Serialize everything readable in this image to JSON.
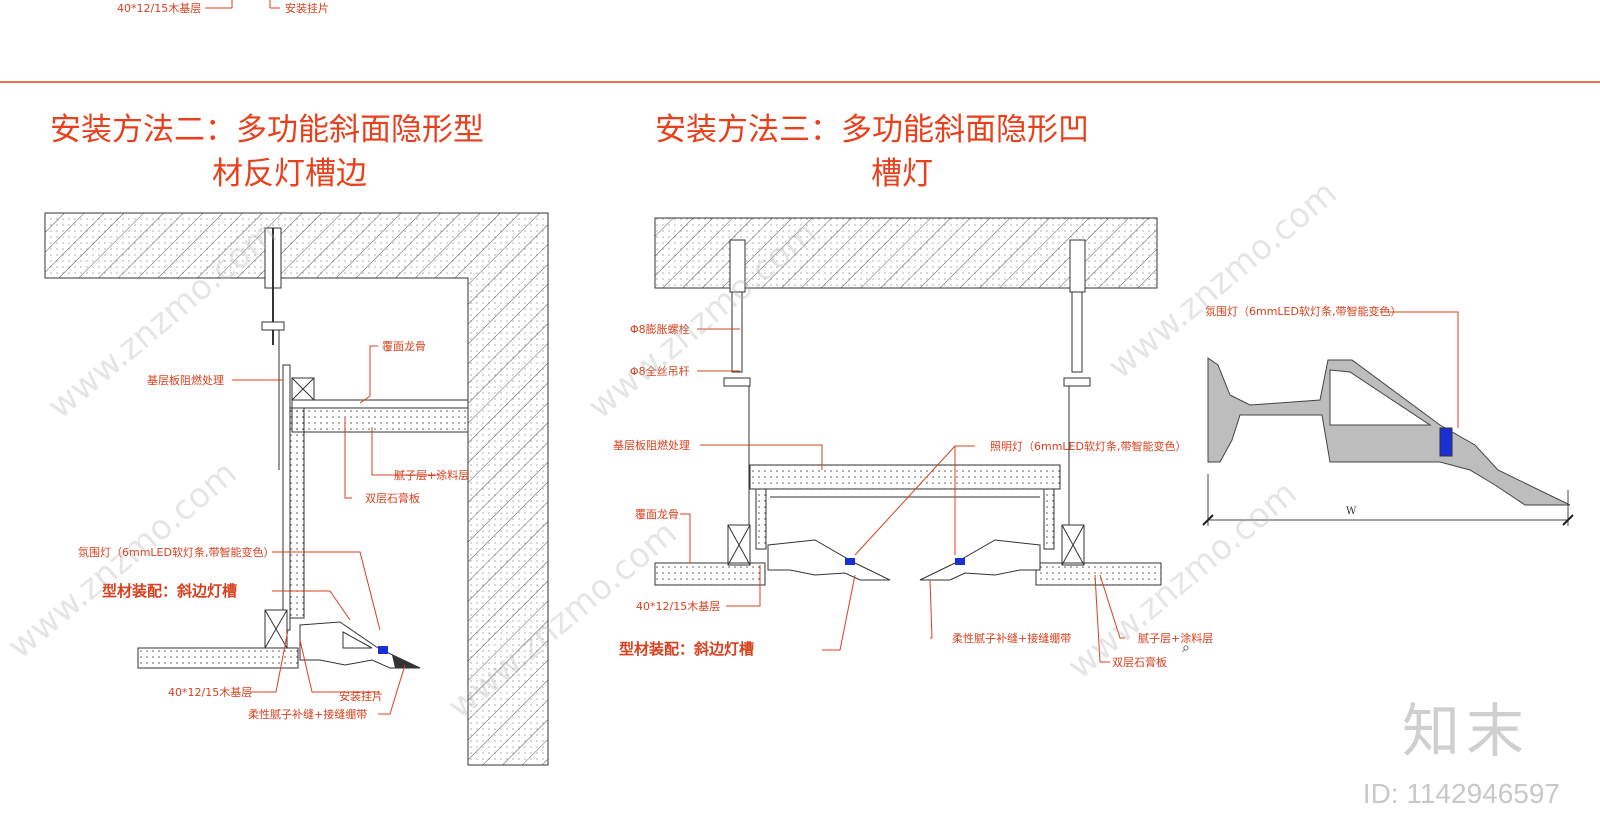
{
  "top_labels": {
    "left": "40*12/15木基层",
    "right": "安装挂片"
  },
  "method2": {
    "title_line1": "安装方法二：多功能斜面隐形型",
    "title_line2": "材反灯槽边",
    "labels": {
      "cover_keel": "覆面龙骨",
      "base_fire": "基层板阻燃处理",
      "putty": "腻子层+涂料层",
      "gypsum": "双层石膏板",
      "ambient": "氛围灯（6mmLED软灯条,带智能变色）",
      "profile": "型材装配：斜边灯槽",
      "wood_base": "40*12/15木基层",
      "hanger": "安装挂片",
      "flex_putty": "柔性腻子补缝+接缝绷带"
    }
  },
  "method3": {
    "title_line1": "安装方法三：多功能斜面隐形凹",
    "title_line2": "槽灯",
    "labels": {
      "bolt": "Φ8膨胀螺栓",
      "rod": "Φ8全丝吊杆",
      "base_fire": "基层板阻燃处理",
      "cover_keel": "覆面龙骨",
      "lighting": "照明灯（6mmLED软灯条,带智能变色）",
      "wood_base": "40*12/15木基层",
      "profile": "型材装配：斜边灯槽",
      "flex_putty": "柔性腻子补缝+接缝绷带",
      "putty": "腻子层+涂料层",
      "gypsum": "双层石膏板"
    }
  },
  "detail": {
    "ambient": "氛围灯（6mmLED软灯条,带智能变色）",
    "width_label": "W"
  },
  "watermark": {
    "logo": "知末",
    "id": "ID: 1142946597",
    "site": "www.znzmo.com"
  },
  "colors": {
    "accent": "#e8401c",
    "line": "#333333",
    "led": "#1a2fd6"
  }
}
